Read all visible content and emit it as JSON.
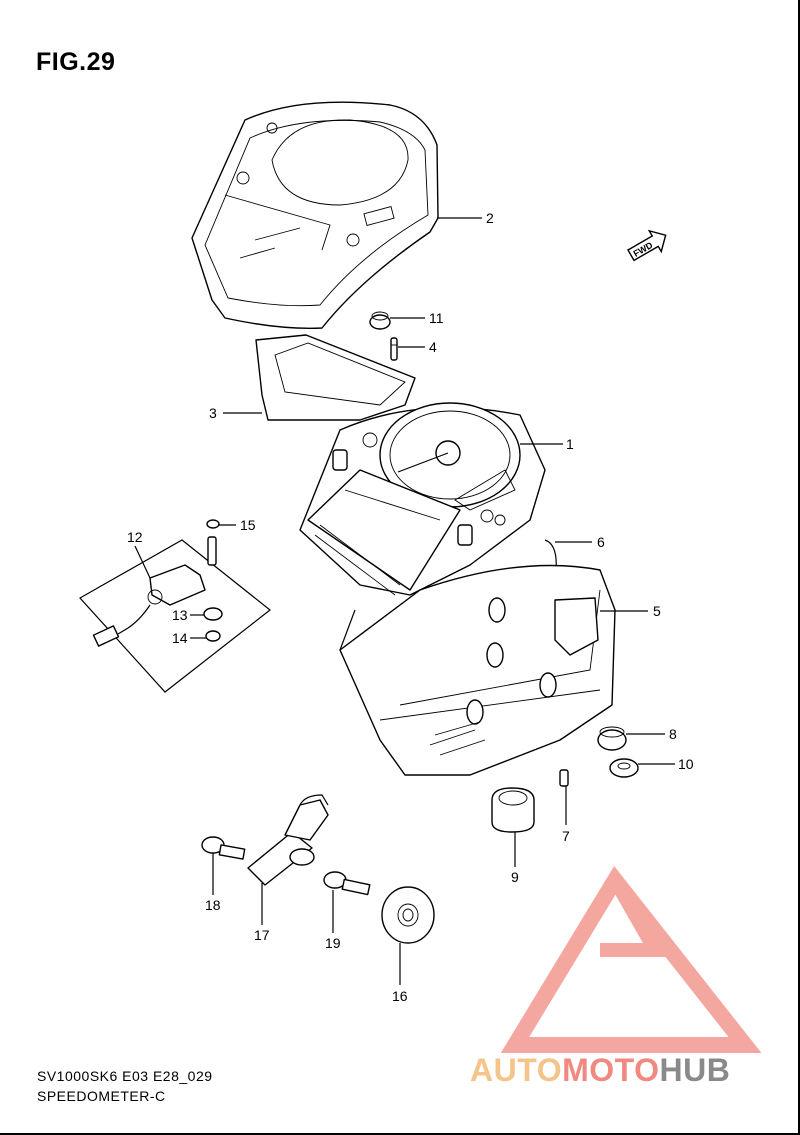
{
  "figure": {
    "title": "FIG.29"
  },
  "footer": {
    "code": "SV1000SK6 E03 E28_029",
    "name": "SPEEDOMETER-C"
  },
  "fwd_badge": "FWD",
  "callouts": [
    "1",
    "2",
    "3",
    "4",
    "5",
    "6",
    "7",
    "8",
    "9",
    "10",
    "11",
    "12",
    "13",
    "14",
    "15",
    "16",
    "17",
    "18",
    "19"
  ],
  "watermark": {
    "part1": "AUTO",
    "part2": "MOTO",
    "part3": "HUB",
    "colors": {
      "part1": "#f5c48a",
      "part2": "#f08a80",
      "part3": "#8a8a8a",
      "triangle": "#f08a80"
    }
  }
}
